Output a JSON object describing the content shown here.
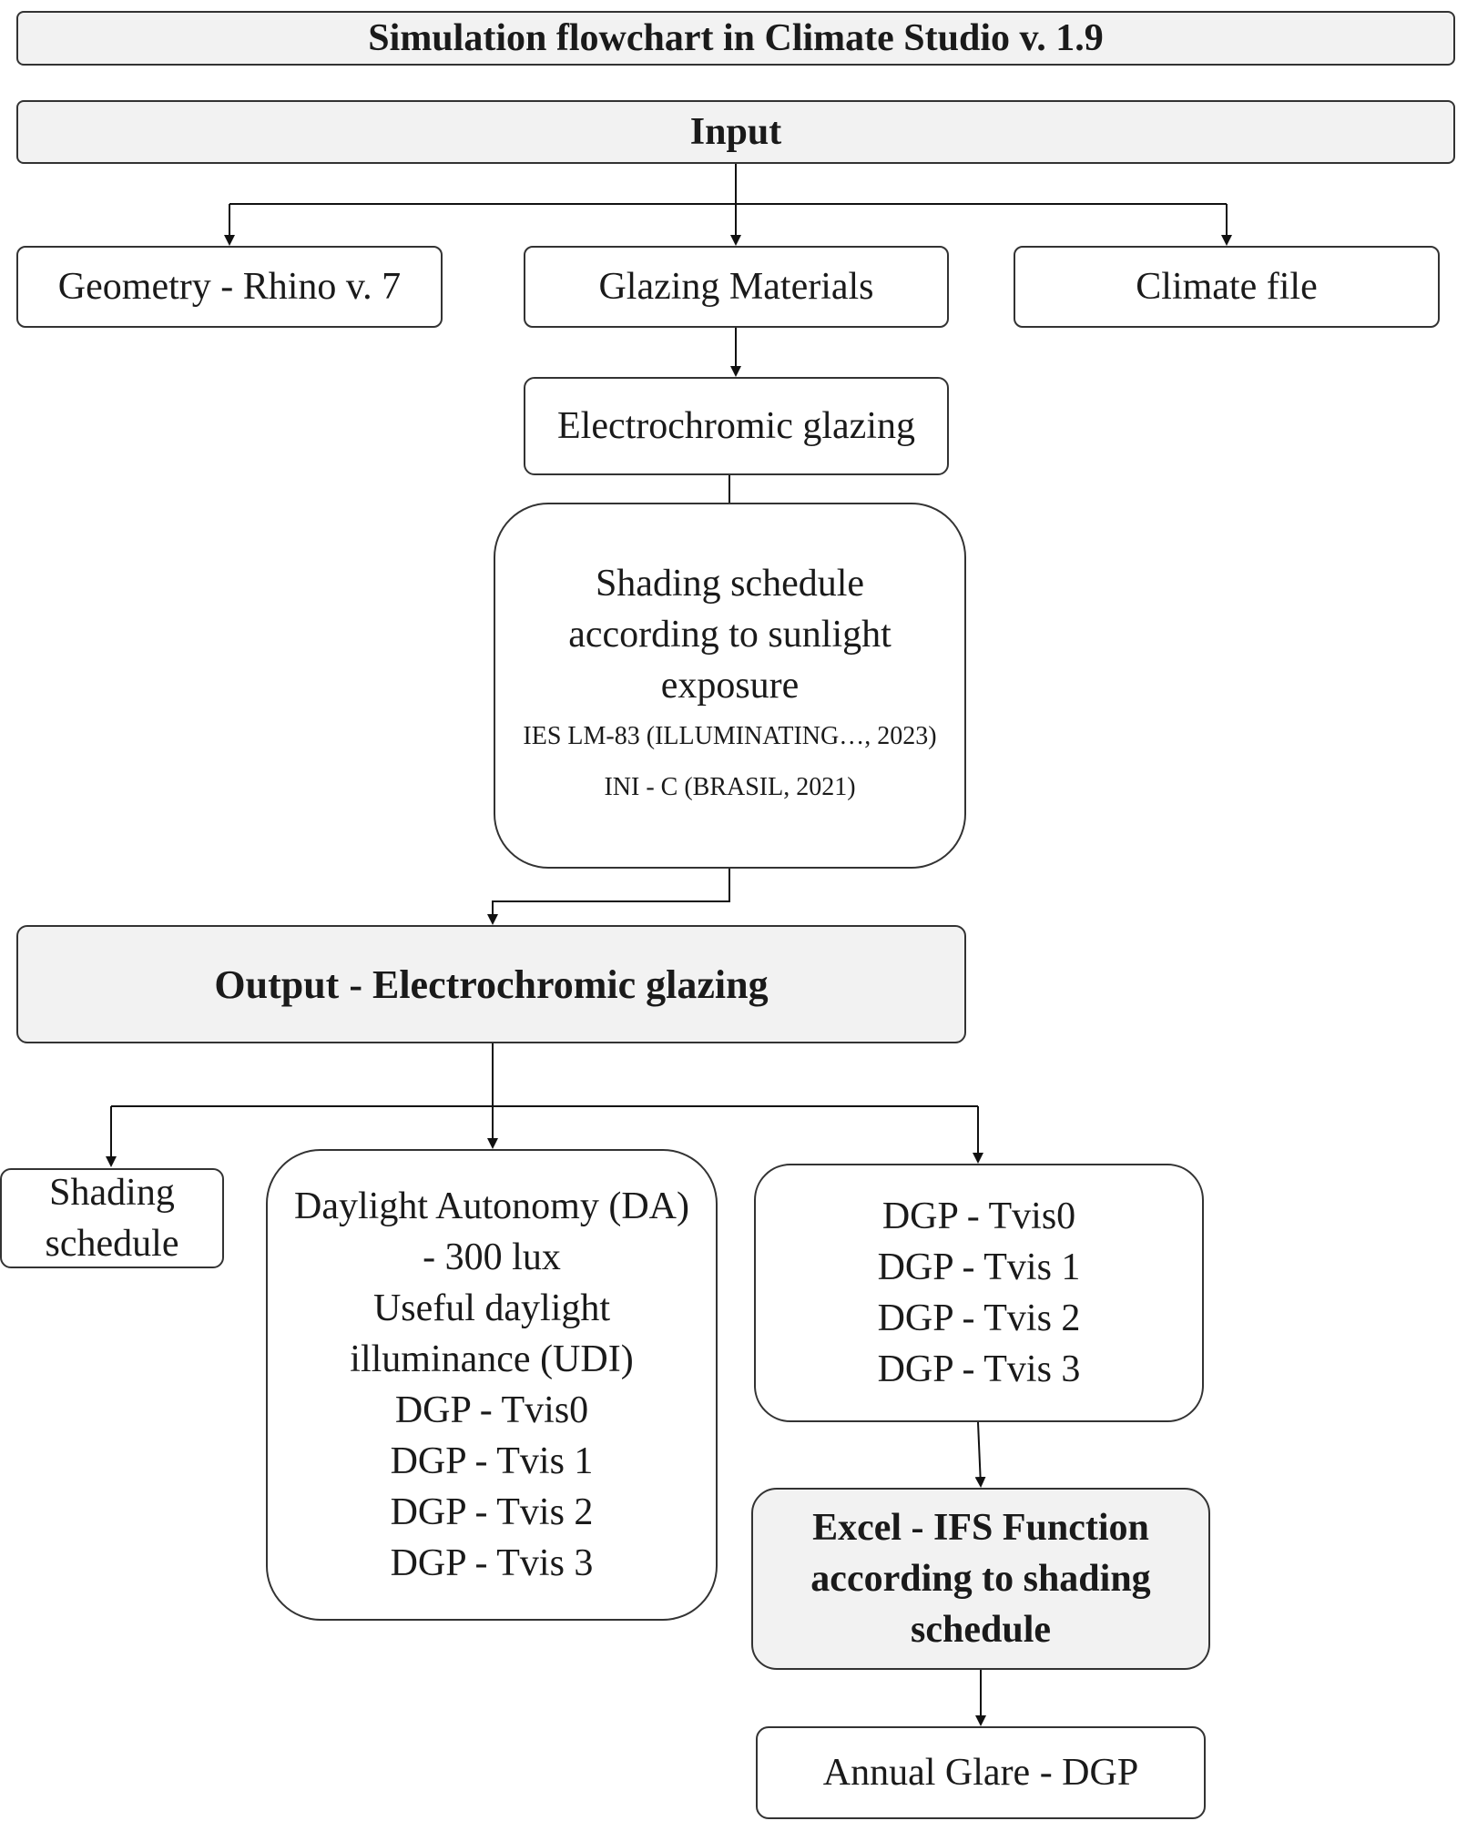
{
  "title": "Simulation flowchart in Climate Studio v. 1.9",
  "input": {
    "label": "Input"
  },
  "inputs": {
    "geometry": "Geometry - Rhino v. 7",
    "glazing_materials": "Glazing Materials",
    "climate_file": "Climate file"
  },
  "electrochromic": "Electrochromic glazing",
  "shading_schedule_box": {
    "lines": [
      "Shading schedule",
      "according to sunlight",
      "exposure"
    ],
    "refs": [
      "IES LM-83 (ILLUMINATING…, 2023)",
      "INI - C (BRASIL, 2021)"
    ]
  },
  "output": {
    "label": "Output - Electrochromic glazing"
  },
  "outputs": {
    "shading_schedule": [
      "Shading",
      "schedule"
    ],
    "metrics": [
      "Daylight Autonomy (DA)",
      "- 300 lux",
      "Useful daylight",
      "illuminance (UDI)",
      "DGP - Tvis0",
      "DGP - Tvis 1",
      "DGP - Tvis 2",
      "DGP - Tvis 3"
    ],
    "dgp": [
      "DGP - Tvis0",
      "DGP - Tvis 1",
      "DGP - Tvis 2",
      "DGP - Tvis 3"
    ]
  },
  "excel": {
    "lines": [
      "Excel - IFS Function",
      "according to shading",
      "schedule"
    ]
  },
  "annual_glare": "Annual Glare - DGP"
}
